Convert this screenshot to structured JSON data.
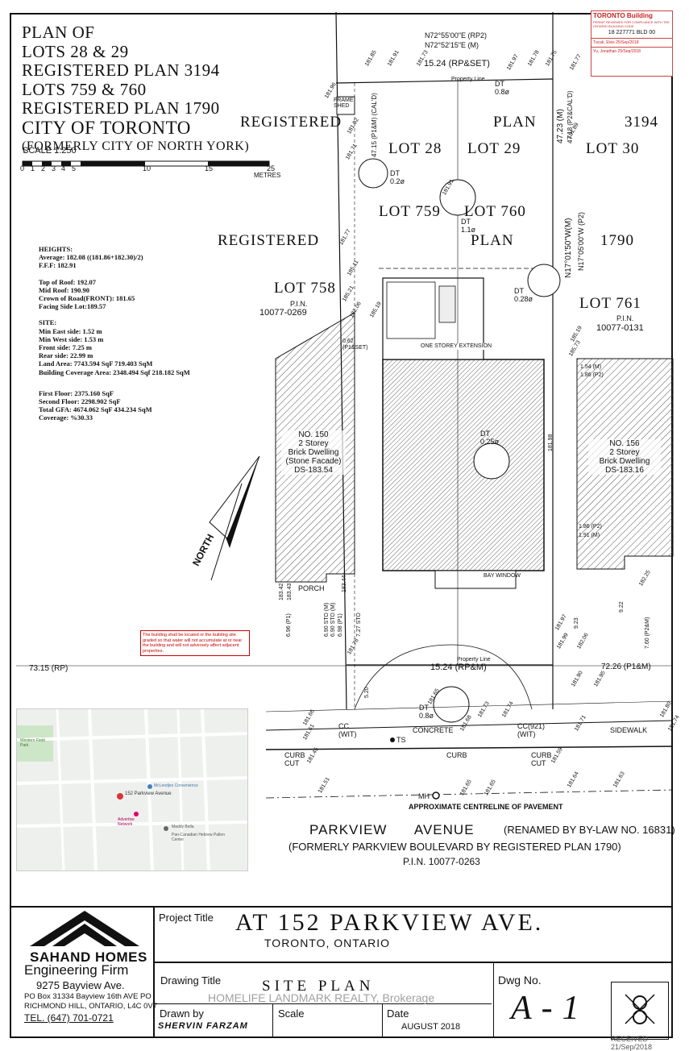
{
  "plan_title": {
    "line1": "PLAN OF",
    "line2": "LOTS 28 & 29",
    "line3": "REGISTERED PLAN 3194",
    "line4": "LOTS 759 & 760",
    "line5": "REGISTERED PLAN 1790",
    "line6": "CITY OF TORONTO",
    "line7": "(FORMERLY CITY OF NORTH YORK)",
    "scale": "SCALE 1:250",
    "scale_ticks": [
      "0",
      "1",
      "2",
      "3",
      "4",
      "5",
      "10",
      "15",
      "25"
    ],
    "scale_unit": "METRES"
  },
  "stamp": {
    "brand": "TORONTO Building",
    "text": "PERMIT REVIEWED FOR COMPLIANCE WITH THE ONTARIO BUILDING CODE",
    "number": "18 227771 BLD 00",
    "rows": [
      "Tucak, Elvis  25/Sep/2018",
      "Yu, Jonathan  25/Sep/2018"
    ]
  },
  "heights": {
    "heading": "HEIGHTS:",
    "average": "Average: 182.08 ((181.86+182.30)/2)",
    "ffe": "F.F.F: 182.91",
    "top_roof": "Top of Roof: 192.07",
    "mid_roof": "Mid Roof: 190.90",
    "crown_road": "Crown of Road(FRONT): 181.65",
    "facing_side": "Facing Side Lot:189.57"
  },
  "site": {
    "heading": "SITE:",
    "min_east": "Min East side: 1.52 m",
    "min_west": "Min West side: 1.53 m",
    "front": "Front side: 7.25 m",
    "rear": "Rear side: 22.99 m",
    "land_area": "Land Area: 7743.594 SqF 719.403 SqM",
    "coverage_area": "Building Coverage Area: 2348.494 Sqf 218.182 SqM"
  },
  "floors": {
    "first": "First Floor: 2375.160 SqF",
    "second": "Second Floor: 2298.902 SqF",
    "total": "Total GFA: 4674.062 SqF 434.234 SqM",
    "coverage": "Coverage: %30.33"
  },
  "drawing": {
    "registered_top": "REGISTERED",
    "plan_top": "PLAN",
    "num_3194": "3194",
    "lot_28": "LOT 28",
    "lot_29": "LOT 29",
    "lot_30": "LOT 30",
    "lot_759": "LOT 759",
    "lot_760": "LOT 760",
    "registered_mid": "REGISTERED",
    "plan_mid": "PLAN",
    "num_1790": "1790",
    "lot_758": "LOT 758",
    "pin_758": "P.I.N.",
    "pin_758_num": "10077-0269",
    "lot_761": "LOT 761",
    "pin_761": "P.I.N.",
    "pin_761_num": "10077-0131",
    "no150": "NO. 150",
    "no150_b": "2 Storey",
    "no150_c": "Brick Dwelling",
    "no150_d": "(Stone Facade)",
    "no150_e": "DS-183.54",
    "no156": "NO. 156",
    "no156_b": "2 Storey",
    "no156_c": "Brick Dwelling",
    "no156_d": "DS-183.16",
    "extension": "ONE STOREY EXTENSION",
    "bay_window": "BAY WINDOW",
    "porch": "PORCH",
    "property_line": "Property Line",
    "frame_shed": "FRAME SHED",
    "north": "NORTH",
    "bearing_top1": "N72°55'00\"E (RP2)",
    "bearing_top2": "N72°52'15\"E (M)",
    "dim_top": "15.24 (RP&SET)",
    "dim_front": "15.24 (RP&M)",
    "dim_left": "73.15 (RP)",
    "dim_right": "72.26 (P1&M)",
    "bearing_right1": "N17°01'50\"W(M)",
    "bearing_right2": "N17°05'00\"W (P2)",
    "dim_4723": "47.23 (M)",
    "dim_4718": "47.18 (P2&CAL'D)",
    "dim_4715": "47.15 (P1&M) (CAL'D)",
    "dt_02": "DT 0.2ø",
    "dt_08": "DT 0.8ø",
    "dt_11": "DT 1.1ø",
    "dt_028": "DT 0.28ø",
    "dt_025": "DT 0.25ø",
    "dt_08b": "DT 0.8ø",
    "concrete": "CONCRETE",
    "sidewalk": "SIDEWALK",
    "curb": "CURB",
    "curb_cut_l": "CURB CUT",
    "curb_cut_r": "CURB CUT",
    "cc_wit_l": "CC (WIT)",
    "cc_wit_r": "CC(921) (WIT)",
    "ts": "TS",
    "mh": "MH",
    "centreline": "APPROXIMATE CENTRELINE OF PAVEMENT",
    "street": "PARKVIEW      AVENUE",
    "renamed": "(RENAMED BY BY-LAW NO. 16831)",
    "formerly": "(FORMERLY PARKVIEW BOULEVARD BY REGISTERED PLAN 1790)",
    "pin_street": "P.I.N.  10077-0263",
    "red_note": "The building shall be located or the building site graded so that water will not accumulate at or near the building and will not adversely affect adjacent properties.",
    "elevations": [
      "181.96",
      "181.85",
      "181.91",
      "181.73",
      "181.97",
      "181.78",
      "181.75",
      "181.77",
      "181.92",
      "181.71",
      "181.91",
      "181.77",
      "185.11",
      "185.21",
      "182.06",
      "185.19",
      "185.19",
      "185.73",
      "181.98",
      "181.89",
      "182.25",
      "181.99",
      "182.06",
      "181.97",
      "181.90",
      "181.95",
      "181.78",
      "181.73",
      "181.74",
      "181.68",
      "181.65",
      "181.66",
      "181.61",
      "181.45",
      "181.59",
      "181.71",
      "181.80",
      "181.74",
      "181.51",
      "181.65",
      "181.65",
      "181.64",
      "181.63",
      "183.42",
      "183.43",
      "183.44"
    ],
    "sto_1": "6.90 STO (M)",
    "sto_1b": "6.96 (P1)",
    "sto_2": "6.90 STO (M)",
    "sto_2b": "6.98 (P1)",
    "sto_3": "7.27 STO",
    "dim_922": "9.22",
    "dim_923": "9.23",
    "dim_760": "7.60 (P2&M)",
    "dim_520": "5.20",
    "dim_154": "1.54 (M)",
    "dim_186": "1.86 (P2)",
    "dim_186b": "1.86 (P2)",
    "dim_191": "1.91 (M)",
    "dim_062": "0.62 (P1&SET)"
  },
  "map": {
    "place": "152 Parkview Avenue",
    "poi1": "McLeodjes Convenience",
    "poi2": "Maddy Bella",
    "poi3": "Pan-Canadian Hebrew Pallen Center",
    "poi4": "Advertise Network",
    "park": "Western Field Park"
  },
  "title_block": {
    "company1": "SAHAND HOMES",
    "company2": "Engineering Firm",
    "addr1": "9275 Bayview Ave.",
    "addr2": "PO Box 31334 Bayview 16th AVE PO",
    "addr3": "RICHMOND HILL, ONTARIO, L4C 0V7",
    "tel": "TEL. (647) 701-0721",
    "project_label": "Project Title",
    "project_title": "AT 152 PARKVIEW AVE.",
    "project_sub": "TORONTO, ONTARIO",
    "drawing_label": "Drawing Title",
    "drawing_title": "SITE PLAN",
    "watermark": "HOMELIFE LANDMARK REALTY, Brokerage",
    "dwg_label": "Dwg No.",
    "dwg_no": "A-1",
    "drawn_label": "Drawn by",
    "drawn_by": "SHERVIN FARZAM",
    "scale_label": "Scale",
    "date_label": "Date",
    "date": "AUGUST 2018",
    "received": "RECEIVED 21/Sep/2018"
  }
}
